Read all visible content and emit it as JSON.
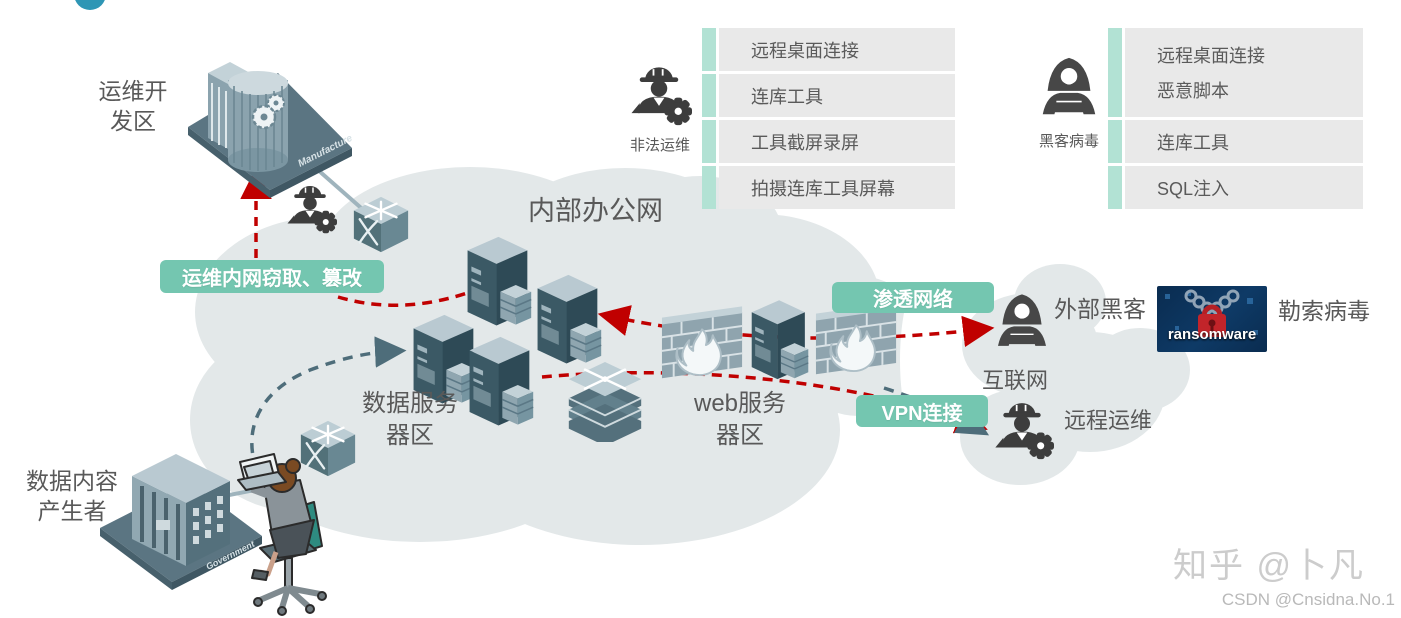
{
  "zones": {
    "ops_dev": "运维开发区",
    "data_producer": "数据内容产生者",
    "internal_office_net": "内部办公网",
    "data_server_zone": "数据服务器区",
    "web_server_zone": "web服务器区",
    "internet": "互联网"
  },
  "actors": {
    "external_hacker": "外部黑客",
    "remote_ops": "远程运维"
  },
  "badges": {
    "intranet_theft": "运维内网窃取、篡改",
    "network_penetration": "渗透网络",
    "vpn_connection": "VPN连接"
  },
  "lists": {
    "illegal_ops": {
      "label": "非法运维",
      "items": [
        "远程桌面连接",
        "连库工具",
        "工具截屏录屏",
        "拍摄连库工具屏幕"
      ]
    },
    "hacker": {
      "label": "黑客病毒",
      "items": [
        "远程桌面连接",
        "恶意脚本",
        "连库工具",
        "SQL注入"
      ]
    }
  },
  "buildings": {
    "manufacture": "Manufacture",
    "government": "Government"
  },
  "ransomware": {
    "image_text": "ransomware",
    "label": "勒索病毒"
  },
  "watermarks": {
    "zhihu": "知乎 @卜凡",
    "csdn": "CSDN @Cnsidna.No.1"
  },
  "icons": [
    "worker-gear-icon",
    "hooded-hacker-icon",
    "network-switch-icon",
    "server-tower-icon",
    "multilayer-switch-icon",
    "firewall-flame-icon",
    "manufacture-building-icon",
    "government-building-icon",
    "person-laptop-icon",
    "ransomware-lock-icon",
    "blue-dot-icon"
  ],
  "colors": {
    "badge_teal": "#74c6b0",
    "list_bar_teal": "#b2e2d4",
    "list_row_gray": "#e9e9e9",
    "cloud_gray": "#e3e8e9",
    "arrow_red": "#c00000",
    "arrow_slate": "#4e6d7a",
    "label_text": "#595959",
    "icon_dark": "#3d3d3d",
    "watermark_gray": "#cccccc"
  }
}
